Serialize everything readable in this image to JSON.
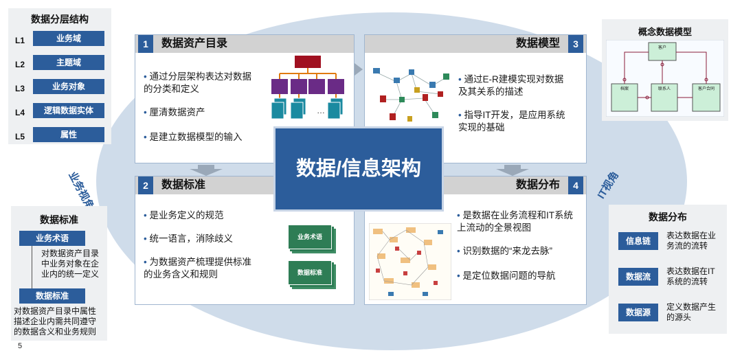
{
  "center": {
    "title": "数据/信息架构"
  },
  "left_label": "业务视角",
  "right_label": "IT视角",
  "page_number": "5",
  "layers": {
    "title": "数据分层结构",
    "items": [
      {
        "level": "L1",
        "label": "业务域"
      },
      {
        "level": "L2",
        "label": "主题域"
      },
      {
        "level": "L3",
        "label": "业务对象"
      },
      {
        "level": "L4",
        "label": "逻辑数据实体"
      },
      {
        "level": "L5",
        "label": "属性"
      }
    ]
  },
  "standard_side": {
    "title": "数据标准",
    "term_label": "业务术语",
    "term_desc": [
      "对数据资产目录",
      "中业务对象在企",
      "业内的统一定义"
    ],
    "std_label": "数据标准",
    "std_desc": [
      "对数据资产目录中属性",
      "描述企业内需共同遵守",
      "的数据含义和业务规则"
    ]
  },
  "conceptual": {
    "title": "概念数据模型",
    "entities": [
      "客户",
      "档案",
      "联系人",
      "客户合同"
    ]
  },
  "distribution_side": {
    "title": "数据分布",
    "items": [
      {
        "label": "信息链",
        "desc": [
          "表达数据在业",
          "务流的流转"
        ]
      },
      {
        "label": "数据流",
        "desc": [
          "表达数据在IT",
          "系统的流转"
        ]
      },
      {
        "label": "数据源",
        "desc": [
          "定义数据产生",
          "的源头"
        ]
      }
    ]
  },
  "panels": {
    "p1": {
      "num": "1",
      "title": "数据资产目录",
      "bullets": [
        [
          "通过分层架构表达对数据",
          "的分类和定义"
        ],
        [
          "厘清数据资产"
        ],
        [
          "是建立数据模型的输入"
        ]
      ],
      "ellipsis": "…"
    },
    "p2": {
      "num": "2",
      "title": "数据标准",
      "bullets": [
        [
          "是业务定义的规范"
        ],
        [
          "统一语言，消除歧义"
        ],
        [
          "为数据资产梳理提供标准",
          "的业务含义和规则"
        ]
      ],
      "card1": "业务术语",
      "card2": "数据标准"
    },
    "p3": {
      "num": "3",
      "title": "数据模型",
      "bullets": [
        [
          "通过E-R建模实现对数据",
          "及其关系的描述"
        ],
        [
          "指导IT开发，是应用系统",
          "实现的基础"
        ]
      ]
    },
    "p4": {
      "num": "4",
      "title": "数据分布",
      "bullets": [
        [
          "是数据在业务流程和IT系统",
          "上流动的全景视图"
        ],
        [
          "识别数据的“来龙去脉”"
        ],
        [
          "是定位数据问题的导航"
        ]
      ]
    }
  },
  "colors": {
    "accent": "#2c5d9b",
    "ellipse": "#cfdcea",
    "green": "#2e7d55",
    "dark_red": "#a01020",
    "purple": "#6a2b86",
    "teal": "#1a8aa0"
  }
}
